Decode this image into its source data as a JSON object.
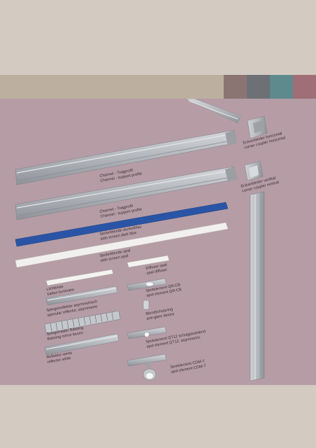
{
  "colors": {
    "page_bg": "#d3cbc1",
    "header_bar": "#bcaf9f",
    "panel_bg": "#b59ca5",
    "swatch_1": "#8b7572",
    "swatch_2": "#6d7176",
    "swatch_3": "#5f8a8d",
    "swatch_4": "#a06e77",
    "profile_silver": "#b5b9be",
    "screen_blue": "#2a55a6",
    "screen_white": "#f1f0ee"
  },
  "labels": {
    "corner_horizontal": {
      "line1": "Eckverbinder horizontal",
      "line2": "corner coupler horizontal"
    },
    "corner_vertical": {
      "line1": "Eckverbinder vertikal",
      "line2": "corner coupler vertical"
    },
    "channel_1": {
      "line1": "Channel - Tragprofil",
      "line2": "Channel - support profile"
    },
    "channel_2": {
      "line1": "Channel - Tragprofil",
      "line2": "Channel - support profile"
    },
    "screen_dark_blue": {
      "line1": "Spoterblende dunkelblau",
      "line2": "stdo screen dark blue"
    },
    "screen_opal": {
      "line1": "Spoterblende opal",
      "line2": "stdo screen opal"
    },
    "batten_luminaire": {
      "line1": "Lichtleiste",
      "line2": "batten luminaire"
    },
    "diffuser_opal": {
      "line1": "Diffusor opal",
      "line2": "opal diffuser"
    },
    "specular_reflector": {
      "line1": "Spiegelreflektor asymmetrisch",
      "line2": "specular reflector, asymmetric"
    },
    "spot_qr_cb": {
      "line1": "Spotelement QR-CB",
      "line2": "spot element QR-CB"
    },
    "anti_glare": {
      "line1": "Blendschutzring",
      "line2": "anti-glare device"
    },
    "mirror_louvre": {
      "line1": "Spiegelraster Batwing",
      "line2": "Batwing mirror louvre"
    },
    "spot_qt12": {
      "line1": "Spotelement QT12 schrägstrahlend",
      "line2": "spot element QT12, asymmetric"
    },
    "reflector_white": {
      "line1": "Reflektor weiss",
      "line2": "reflector white"
    },
    "spot_cdm_t": {
      "line1": "Spotelement CDM-T",
      "line2": "spot element CDM-T"
    }
  }
}
